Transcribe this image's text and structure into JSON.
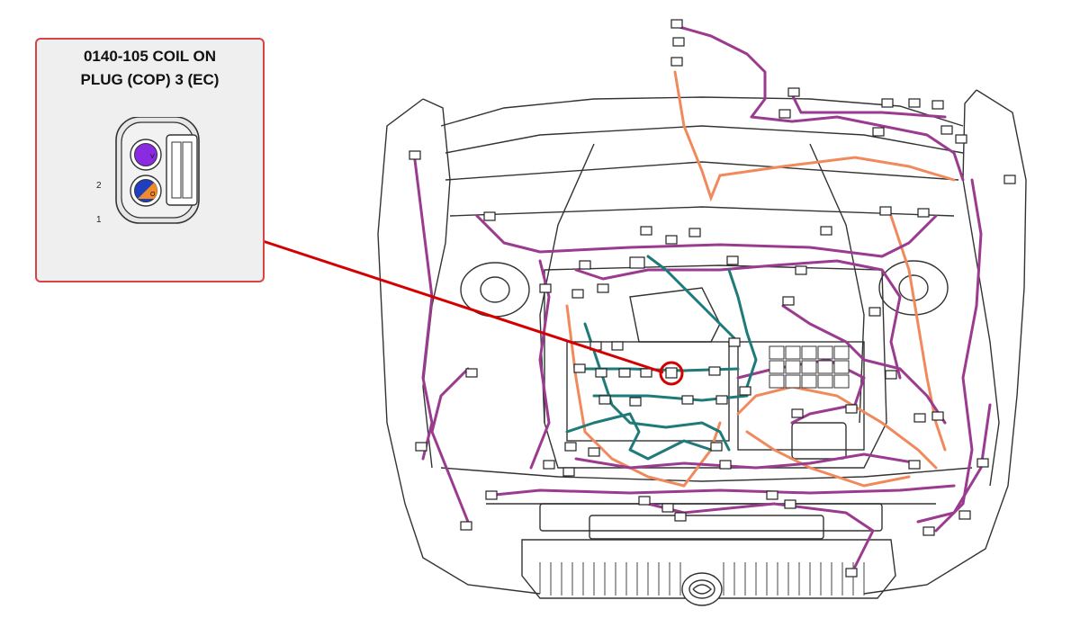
{
  "callout": {
    "title_line1": "0140-105 COIL ON",
    "title_line2": "PLUG (COP) 3 (EC)",
    "pins": [
      {
        "number": "2",
        "color_code": "V",
        "color": "#8a2be2"
      },
      {
        "number": "1",
        "color_code": "O",
        "color": "#1f3fbf",
        "stripe": "#f08a2a"
      }
    ]
  },
  "colors": {
    "callout_border": "#d64545",
    "callout_fill": "#efefef",
    "pointer_line": "#d40000",
    "harness_purple": "#9b3b8f",
    "harness_orange": "#f08a5d",
    "harness_teal": "#1f7a7a",
    "outline": "#333333"
  },
  "icons": {
    "connector": "two-pin-connector-icon",
    "highlight": "highlight-ring-icon",
    "emblem": "grille-emblem-icon"
  }
}
